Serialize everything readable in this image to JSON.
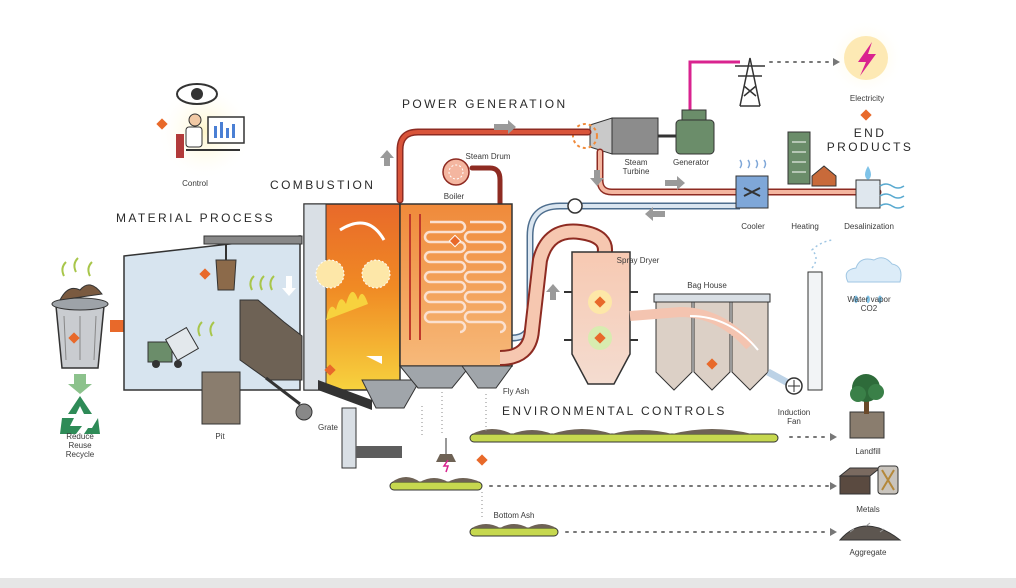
{
  "headings": {
    "power_generation": "POWER GENERATION",
    "combustion": "COMBUSTION",
    "material_process": "MATERIAL PROCESS",
    "environmental_controls": "ENVIRONMENTAL CONTROLS",
    "end_products_line1": "END",
    "end_products_line2": "PRODUCTS"
  },
  "labels": {
    "control": "Control",
    "electricity": "Electricity",
    "steam_drum": "Steam Drum",
    "boiler": "Boiler",
    "steam_turbine_line1": "Steam",
    "steam_turbine_line2": "Turbine",
    "generator": "Generator",
    "cooler": "Cooler",
    "heating": "Heating",
    "desalinization": "Desalinization",
    "spray_dryer": "Spray Dryer",
    "bag_house": "Bag House",
    "water_vapor": "Water vapor",
    "co2": "CO2",
    "reduce": "Reduce",
    "reuse": "Reuse",
    "recycle": "Recycle",
    "pit": "Pit",
    "grate": "Grate",
    "fly_ash": "Fly Ash",
    "induction_fan_line1": "Induction",
    "induction_fan_line2": "Fan",
    "landfill": "Landfill",
    "metals": "Metals",
    "bottom_ash": "Bottom Ash",
    "aggregate": "Aggregate"
  },
  "colors": {
    "accent_orange": "#e8692a",
    "flame_yellow": "#f9c74f",
    "steam_red": "#c0392b",
    "pipe_blue": "#9fb8cf",
    "conveyor_green": "#c6d84f",
    "hopper_grey": "#cfd5db",
    "electric_magenta": "#d9238f",
    "recycle_green": "#2e8b57"
  }
}
